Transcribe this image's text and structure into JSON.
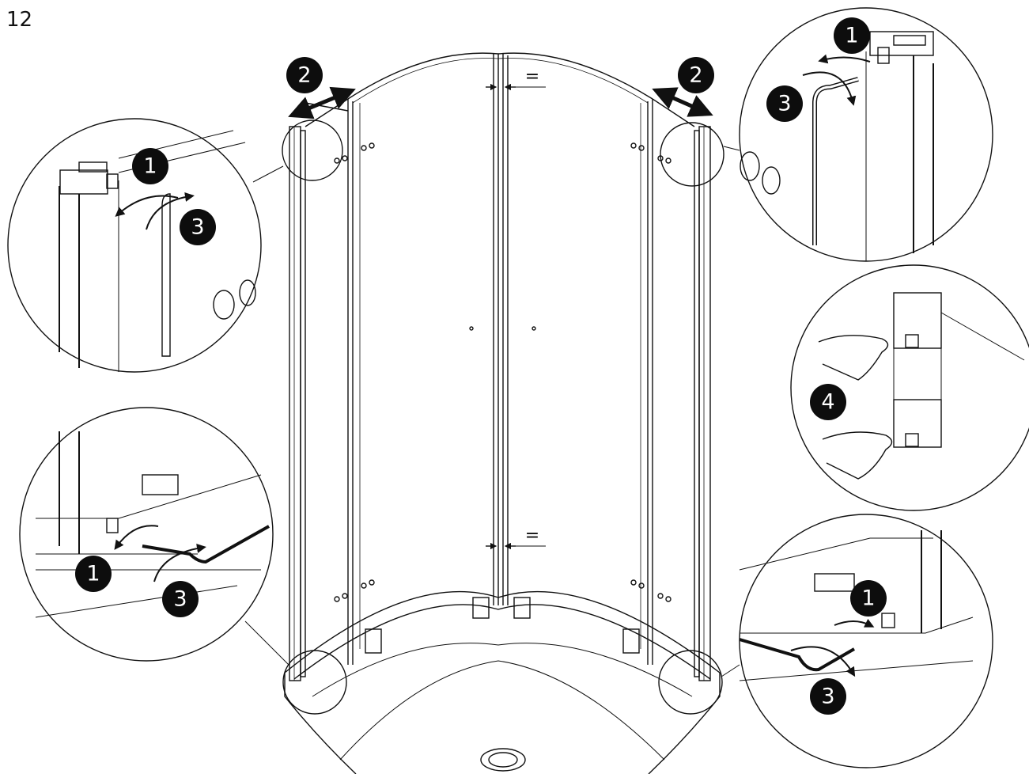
{
  "step_number": "12",
  "callouts": {
    "tighten_screw": "1",
    "adjust_panel": "2",
    "hex_key_turn": "3",
    "fit_cover_caps": "4"
  },
  "equal_marks": {
    "top": "=",
    "bottom": "="
  },
  "colors": {
    "line": "#111111",
    "badge_fill": "#0d0d0d",
    "badge_text": "#ffffff",
    "background": "#ffffff"
  }
}
